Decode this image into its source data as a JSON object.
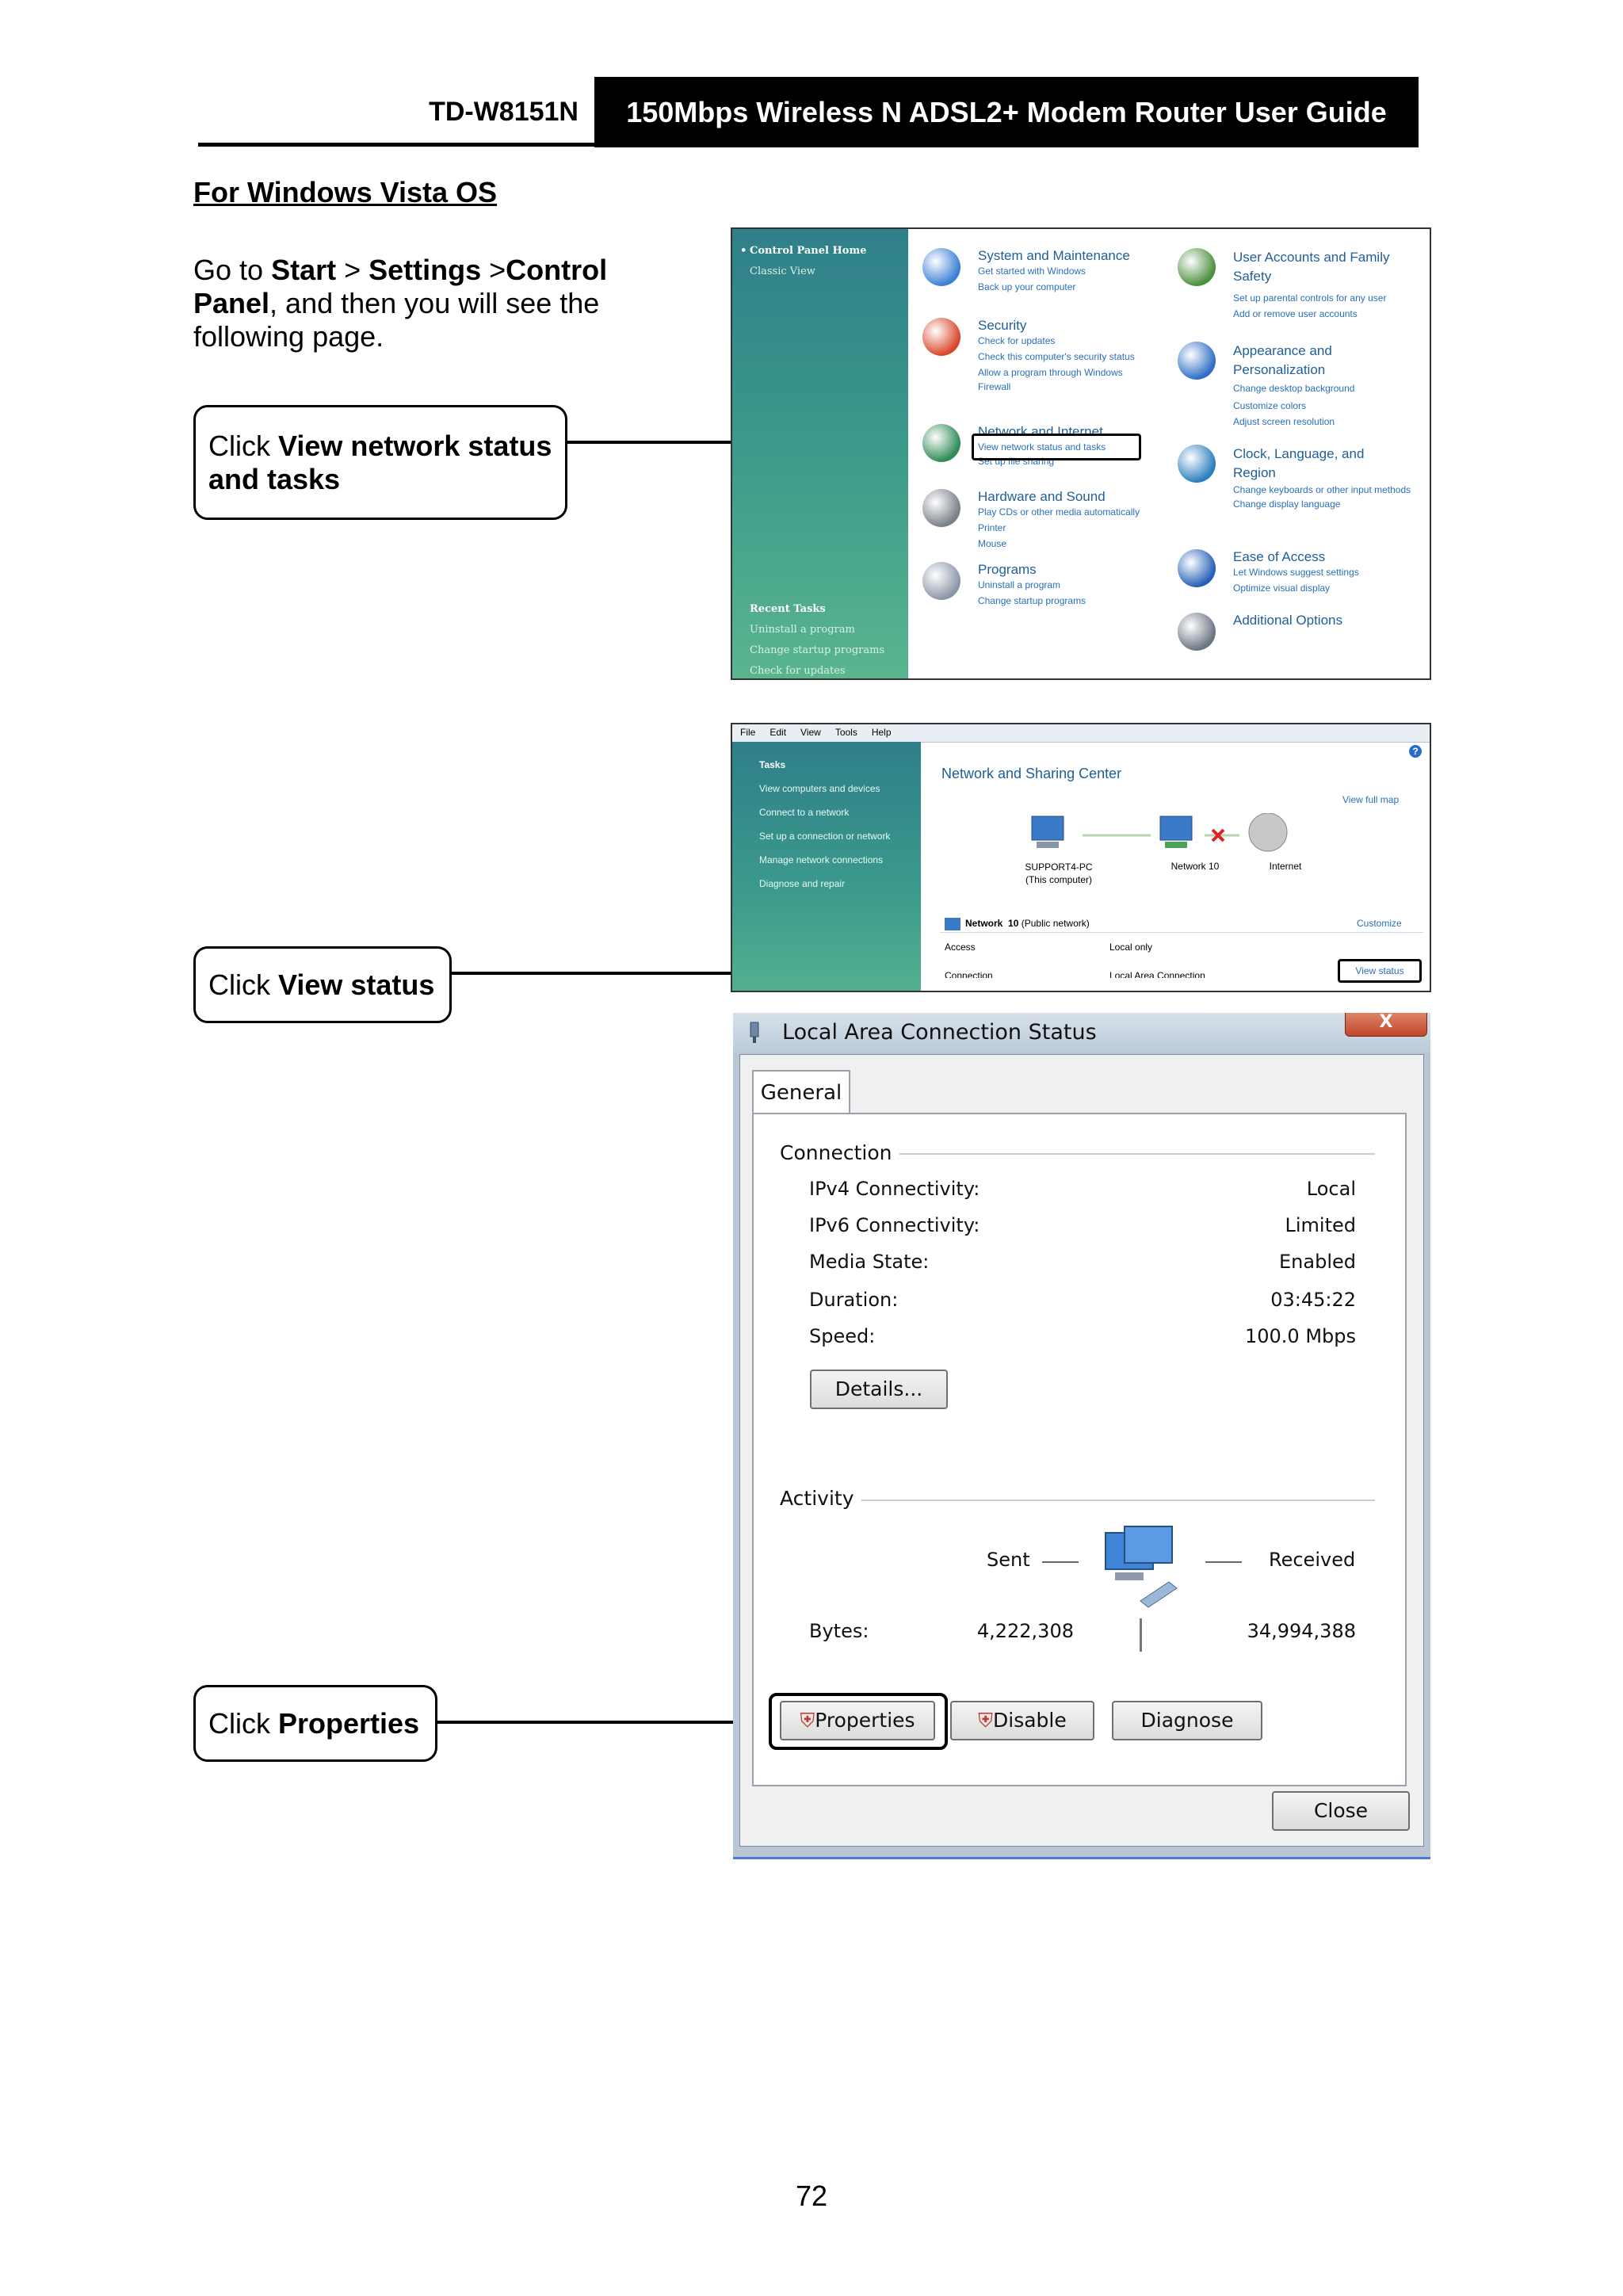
{
  "header": {
    "model": "TD-W8151N",
    "title": "150Mbps Wireless N ADSL2+ Modem Router User Guide"
  },
  "section_title": "For Windows Vista OS",
  "intro": {
    "p1": "Go to ",
    "start": "Start",
    "gt1": " > ",
    "settings": "Settings",
    "gt2": " >",
    "control": "Control Panel",
    "rest": ", and then you will see the following page."
  },
  "callouts": {
    "c1_prefix": "Click ",
    "c1_bold": "View network status and tasks",
    "c2_prefix": "Click ",
    "c2_bold": "View status",
    "c3_prefix": "Click ",
    "c3_bold": "Properties"
  },
  "control_panel": {
    "sidebar": {
      "home": "Control Panel Home",
      "classic": "Classic View",
      "recent": "Recent Tasks",
      "recent_items": [
        "Uninstall a program",
        "Change startup programs",
        "Check for updates"
      ]
    },
    "left_categories": [
      {
        "title": "System and Maintenance",
        "links": [
          "Get started with Windows",
          "Back up your computer"
        ],
        "icon": "system-icon",
        "color": "#3c7fd6"
      },
      {
        "title": "Security",
        "links": [
          "Check for updates",
          "Check this computer's security status",
          "Allow a program through Windows",
          "Firewall"
        ],
        "icon": "shield-icon",
        "color": "#d9472b"
      },
      {
        "title": "Network and Internet",
        "links": [
          "View network status and tasks",
          "Set up file sharing"
        ],
        "icon": "network-icon",
        "color": "#2e8b57"
      },
      {
        "title": "Hardware and Sound",
        "links": [
          "Play CDs or other media automatically",
          "Printer",
          "Mouse"
        ],
        "icon": "printer-icon",
        "color": "#7a8088"
      },
      {
        "title": "Programs",
        "links": [
          "Uninstall a program",
          "Change startup programs"
        ],
        "icon": "programs-icon",
        "color": "#8a96a8"
      }
    ],
    "right_categories": [
      {
        "title": "User Accounts and Family Safety",
        "links": [
          "Set up parental controls for any user",
          "Add or remove user accounts"
        ],
        "icon": "users-icon",
        "color": "#4c8f3e"
      },
      {
        "title": "Appearance and Personalization",
        "links": [
          "Change desktop background",
          "Customize colors",
          "Adjust screen resolution"
        ],
        "icon": "appearance-icon",
        "color": "#2f6fc7"
      },
      {
        "title": "Clock, Language, and Region",
        "links": [
          "Change keyboards or other input methods",
          "Change display language"
        ],
        "icon": "clock-icon",
        "color": "#2b7fbf"
      },
      {
        "title": "Ease of Access",
        "links": [
          "Let Windows suggest settings",
          "Optimize visual display"
        ],
        "icon": "ease-icon",
        "color": "#2660b8"
      },
      {
        "title": "Additional Options",
        "links": [],
        "icon": "options-icon",
        "color": "#6b7684"
      }
    ]
  },
  "network_center": {
    "menu": [
      "File",
      "Edit",
      "View",
      "Tools",
      "Help"
    ],
    "tasks_title": "Tasks",
    "tasks": [
      "View computers and devices",
      "Connect to a network",
      "Set up a connection or network",
      "Manage network connections",
      "Diagnose and repair"
    ],
    "title": "Network and Sharing Center",
    "view_full_map": "View full map",
    "computer_name": "SUPPORT4-PC",
    "computer_sub": "(This computer)",
    "network_name": "Network 10",
    "internet": "Internet",
    "network_label": "Network",
    "network_num": "10",
    "network_type": "(Public network)",
    "customize": "Customize",
    "access_label": "Access",
    "access_value": "Local only",
    "connection_label": "Connection",
    "connection_value": "Local Area Connection",
    "view_status": "View status",
    "help": "?"
  },
  "status_dialog": {
    "title": "Local Area Connection Status",
    "close_x": "X",
    "tab": "General",
    "connection_group": "Connection",
    "rows": [
      {
        "label": "IPv4 Connectivity:",
        "value": "Local"
      },
      {
        "label": "IPv6 Connectivity:",
        "value": "Limited"
      },
      {
        "label": "Media State:",
        "value": "Enabled"
      },
      {
        "label": "Duration:",
        "value": "03:45:22"
      },
      {
        "label": "Speed:",
        "value": "100.0 Mbps"
      }
    ],
    "details_button": "Details...",
    "activity_group": "Activity",
    "sent": "Sent",
    "received": "Received",
    "bytes_label": "Bytes:",
    "bytes_sent": "4,222,308",
    "bytes_received": "34,994,388",
    "properties_button": "Properties",
    "disable_button": "Disable",
    "diagnose_button": "Diagnose",
    "close_button": "Close"
  },
  "page_number": "72"
}
